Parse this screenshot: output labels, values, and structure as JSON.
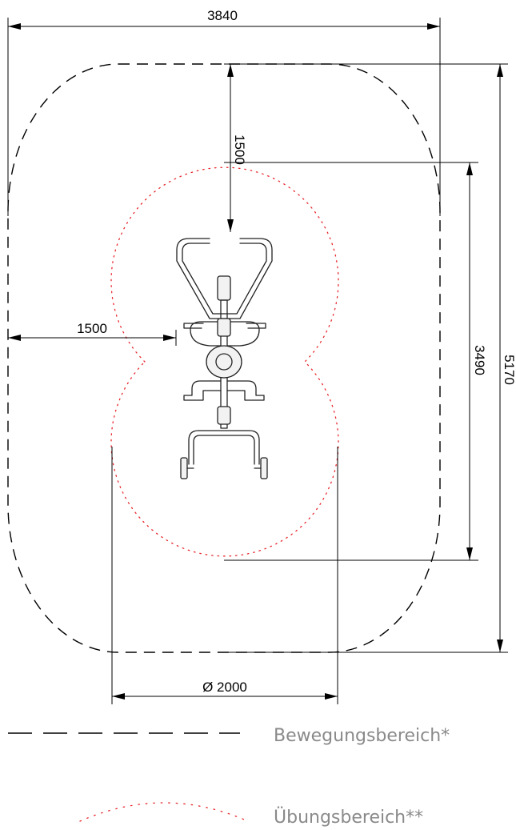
{
  "dimensions": {
    "overall_width": "3840",
    "overall_length": "5170",
    "exercise_length": "3490",
    "front_clearance": "1500",
    "side_clearance": "1500",
    "exercise_diameter": "Ø 2000"
  },
  "legend": {
    "movement_area_label": "Bewegungsbereich*",
    "exercise_area_label": "Übungsbereich**"
  },
  "colors": {
    "movement_area_line": "#000000",
    "exercise_area_line": "#e8262b",
    "legend_text": "#8a8a8a"
  }
}
